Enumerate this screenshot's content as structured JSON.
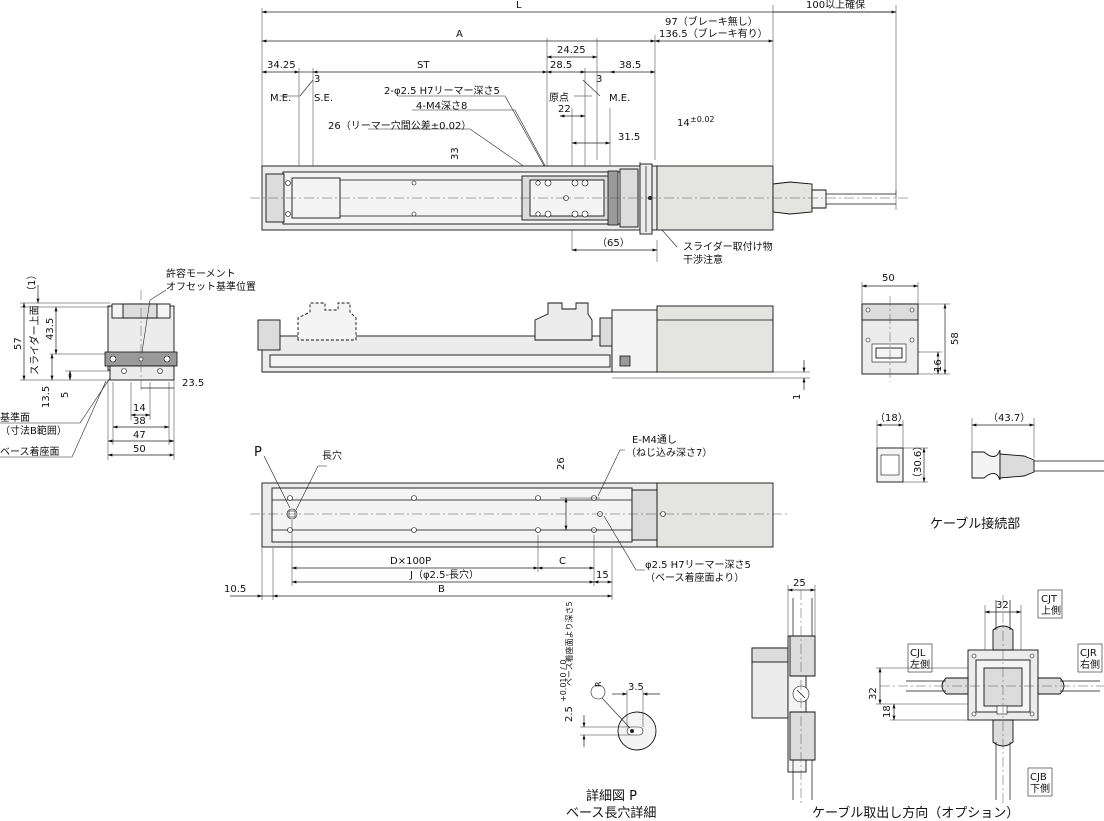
{
  "top_view": {
    "dim_L": "L",
    "dim_A": "A",
    "dim_97": "97（ブレーキ無し）",
    "dim_136": "136.5（ブレーキ有り）",
    "dim_100": "100以上確保",
    "dim_34": "34.25",
    "dim_3a": "3",
    "dim_ST": "ST",
    "dim_2425": "24.25",
    "dim_285": "28.5",
    "dim_3b": "3",
    "dim_385": "38.5",
    "me_left": "M.E.",
    "se": "S.E.",
    "ream_note": "2-φ2.5 H7リーマー深さ5",
    "genten": "原点",
    "me_right": "M.E.",
    "m4_note": "4-M4深さ8",
    "dim_22": "22",
    "dim_14": "14",
    "dim_14_tol": "±0.02",
    "ream_pitch": "26（リーマー穴間公差±0.02）",
    "dim_315": "31.5",
    "dim_33": "33",
    "dim_65": "（65）",
    "slider_note_1": "スライダー取付け物",
    "slider_note_2": "干渉注意"
  },
  "left_view": {
    "moment_1": "許容モーメント",
    "moment_2": "オフセット基準位置",
    "dim_1": "（1）",
    "dim_57": "57",
    "dim_435": "43.5",
    "slider_top": "スライダー上面",
    "dim_135": "13.5",
    "dim_5": "5",
    "dim_235": "23.5",
    "base_ref_1": "基準面",
    "base_ref_2": "（寸法B範囲）",
    "base_seat": "ベース着座面",
    "dim_14": "14",
    "dim_38": "38",
    "dim_47": "47",
    "dim_50": "50"
  },
  "side_view": {
    "dim_1": "1"
  },
  "bottom_view": {
    "p_label": "P",
    "nagaana": "長穴",
    "em4_1": "E-M4通し",
    "em4_2": "（ねじ込み深さ7）",
    "dim_26": "26",
    "dim_D": "D×100P",
    "dim_C": "C",
    "dim_J": "J（φ2.5-長穴）",
    "dim_15": "15",
    "dim_105": "10.5",
    "dim_B": "B",
    "ream_1": "φ2.5 H7リーマー深さ5",
    "ream_2": "（ベース着座面より）"
  },
  "end_view": {
    "dim_50": "50",
    "dim_58": "58",
    "dim_16": "16"
  },
  "cable_conn": {
    "dim_18": "（18）",
    "dim_437": "（43.7）",
    "dim_306": "（30.6）",
    "caption": "ケーブル接続部"
  },
  "detail_p": {
    "dim_25": "2.5",
    "dim_25_tol": "+0.010 / 0",
    "depth_note": "ベース着座面より深さ5",
    "r_label": "R",
    "dim_35": "3.5",
    "caption_1": "詳細図 P",
    "caption_2": "ベース長穴詳細"
  },
  "cable_options": {
    "dim_25": "25",
    "dim_32_top": "32",
    "dim_32_left": "32",
    "dim_18": "18",
    "cjt_1": "CJT",
    "cjt_2": "上側",
    "cjl_1": "CJL",
    "cjl_2": "左側",
    "cjr_1": "CJR",
    "cjr_2": "右側",
    "cjb_1": "CJB",
    "cjb_2": "下側",
    "caption": "ケーブル取出し方向（オプション）"
  }
}
